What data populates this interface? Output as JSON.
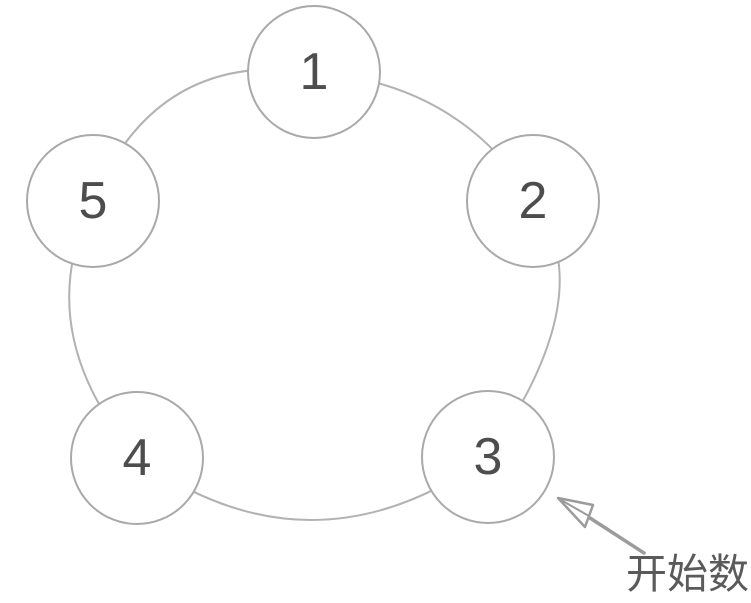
{
  "diagram": {
    "description": "Ring of five numbered circles with an arrow marking where counting starts",
    "nodes": [
      {
        "label": "1"
      },
      {
        "label": "2"
      },
      {
        "label": "3"
      },
      {
        "label": "4"
      },
      {
        "label": "5"
      }
    ],
    "annotation": {
      "label": "开始数",
      "points_to": "3"
    },
    "colors": {
      "background": "#ffffff",
      "ring_stroke": "#b2b2b2",
      "node_border": "#a9a9a9",
      "node_fill": "#ffffff",
      "number_text": "#4d4d4d",
      "arrow": "#9b9b9b",
      "annotation_text": "#5a5a5a"
    }
  }
}
